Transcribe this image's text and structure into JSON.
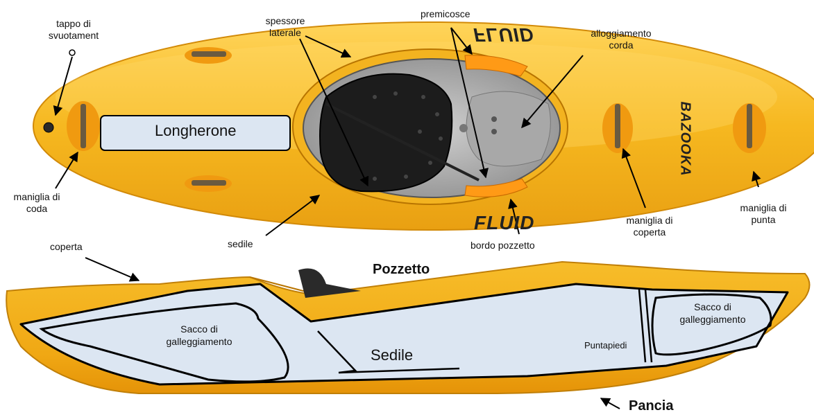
{
  "labels": {
    "tappo": [
      "tappo di",
      "svuotament"
    ],
    "spessore": [
      "spessore",
      "laterale"
    ],
    "premicosce": "premicosce",
    "alloggiamento": [
      "alloggiamento",
      "corda"
    ],
    "maniglia_coda": [
      "maniglia di",
      "coda"
    ],
    "sedile_top": "sedile",
    "bordo_pozzetto": "bordo pozzetto",
    "maniglia_coperta": [
      "maniglia di",
      "coperta"
    ],
    "maniglia_punta": [
      "maniglia di",
      "punta"
    ],
    "longherone": "Longherone",
    "coperta": "coperta",
    "pozzetto": "Pozzetto",
    "sacco_left": [
      "Sacco di",
      "galleggiamento"
    ],
    "sedile_side": "Sedile",
    "puntapiedi": "Puntapiedi",
    "sacco_right": [
      "Sacco di",
      "galleggiamento"
    ],
    "pancia": "Pancia"
  },
  "brand": {
    "name": "FLUID",
    "model": "BAZOOKA"
  },
  "colors": {
    "hull": "#f2b21b",
    "hull_dark": "#d98e0a",
    "hull_light": "#ffd560",
    "fill": "#dce6f2",
    "seat": "#1a1a1a",
    "cockpit": "#b9b9b9",
    "line": "#000000"
  }
}
